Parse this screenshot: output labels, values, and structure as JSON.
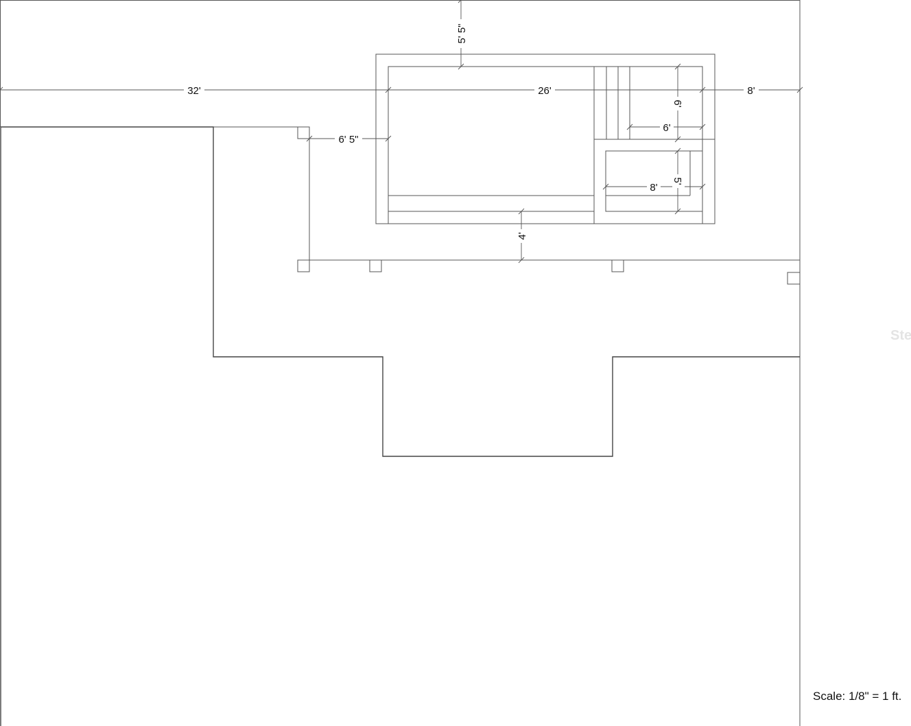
{
  "plan": {
    "scale_note": "Scale: 1/8\" = 1 ft.",
    "watermark": "Ste",
    "dimensions": {
      "overall_left": "32'",
      "pool_length": "26'",
      "overall_right": "8'",
      "pool_to_top": "5' 5\"",
      "pool_to_left_edge": "6' 5\"",
      "spa_top_height": "6'",
      "spa_top_width": "6'",
      "spa_bottom_height": "5'",
      "spa_bottom_width": "8'",
      "pool_to_lanai": "4'"
    }
  }
}
